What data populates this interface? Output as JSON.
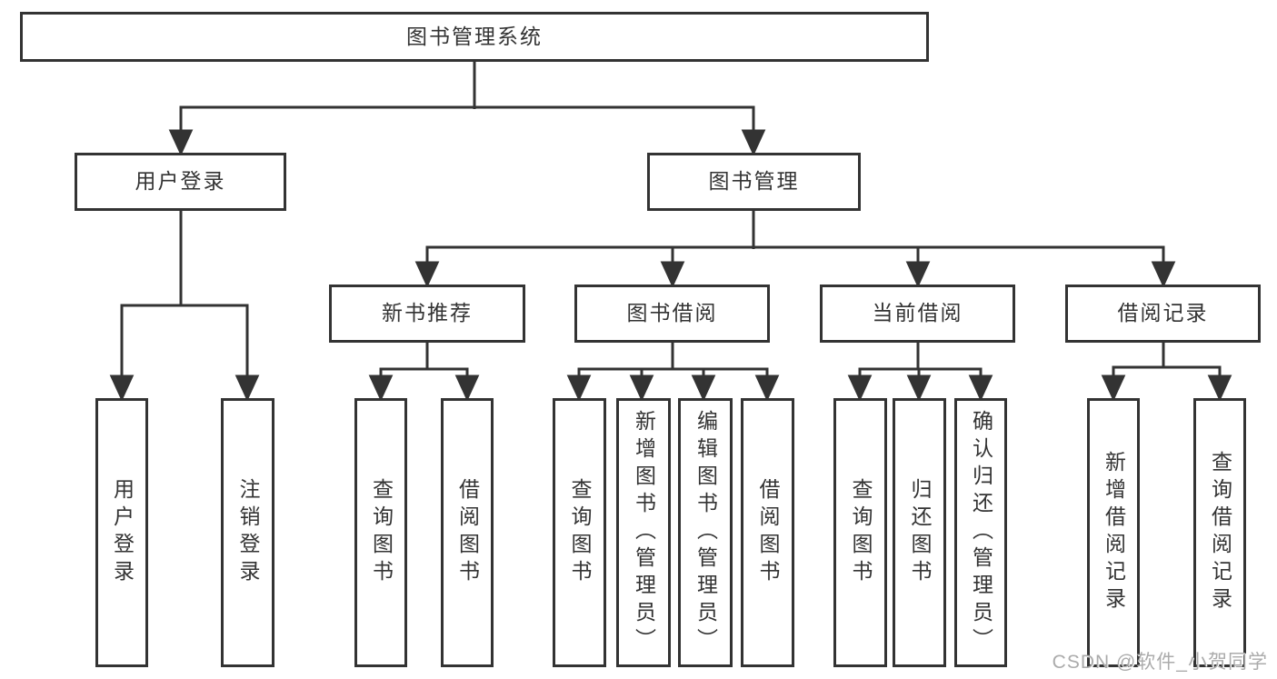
{
  "diagram": {
    "root": {
      "label": "图书管理系统"
    },
    "branches": [
      {
        "label": "用户登录",
        "children": [
          {
            "label": "用户登录"
          },
          {
            "label": "注销登录"
          }
        ]
      },
      {
        "label": "图书管理",
        "children": [
          {
            "label": "新书推荐",
            "children": [
              {
                "label": "查询图书"
              },
              {
                "label": "借阅图书"
              }
            ]
          },
          {
            "label": "图书借阅",
            "children": [
              {
                "label": "查询图书"
              },
              {
                "label": "新增图书（管理员）"
              },
              {
                "label": "编辑图书（管理员）"
              },
              {
                "label": "借阅图书"
              }
            ]
          },
          {
            "label": "当前借阅",
            "children": [
              {
                "label": "查询图书"
              },
              {
                "label": "归还图书"
              },
              {
                "label": "确认归还（管理员）"
              }
            ]
          },
          {
            "label": "借阅记录",
            "children": [
              {
                "label": "新增借阅记录"
              },
              {
                "label": "查询借阅记录"
              }
            ]
          }
        ]
      }
    ]
  },
  "watermark": {
    "text": "CSDN @软件_小贺同学"
  },
  "colors": {
    "line": "#333333",
    "box_border": "#333333",
    "text": "#333333",
    "watermark": "#ababab",
    "background": "#ffffff"
  }
}
